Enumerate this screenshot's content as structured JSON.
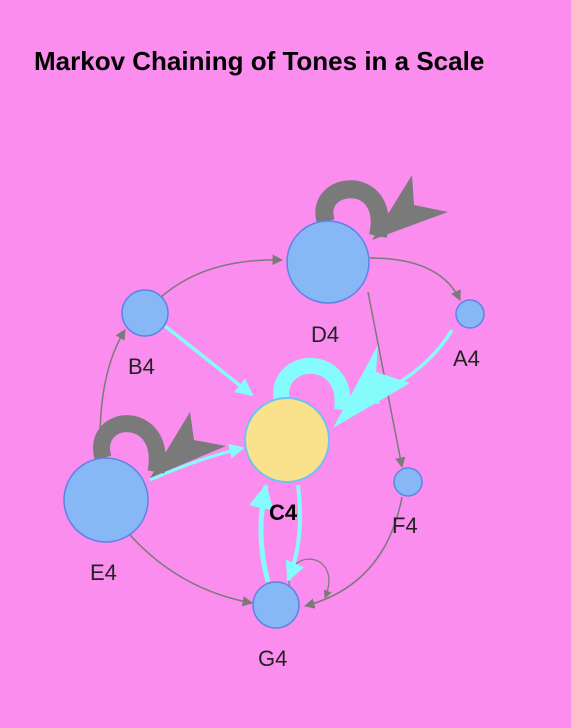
{
  "title": "Markov Chaining of Tones in a Scale",
  "colors": {
    "background": "#fa8ded",
    "node": "#87b7f5",
    "node_stroke": "#5b84e6",
    "center_node": "#fae28d",
    "center_stroke": "#6ec3f2",
    "edge_gray": "#7a7a7a",
    "edge_cyan": "#86fbfb"
  },
  "nodes": [
    {
      "id": "D4",
      "label": "D4"
    },
    {
      "id": "B4",
      "label": "B4"
    },
    {
      "id": "A4",
      "label": "A4"
    },
    {
      "id": "C4",
      "label": "C4"
    },
    {
      "id": "E4",
      "label": "E4"
    },
    {
      "id": "F4",
      "label": "F4"
    },
    {
      "id": "G4",
      "label": "G4"
    }
  ]
}
